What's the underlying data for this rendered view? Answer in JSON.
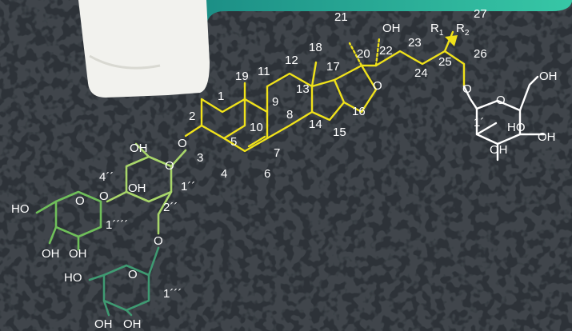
{
  "colors": {
    "background": "#2d3238",
    "speckle": "#0d0f12",
    "banner": "#2bb5a0",
    "steroid_bonds": "#f0e21a",
    "sugar_light": "#a8d66a",
    "sugar_mid": "#6fbf5a",
    "sugar_dark": "#3f9a72",
    "sugar_right": "#ffffff",
    "paper": "#f2f2ee",
    "text": "#ffffff"
  },
  "steroid_labels": {
    "c1": "1",
    "c2": "2",
    "c3": "3",
    "c4": "4",
    "c5": "5",
    "c6": "6",
    "c7": "7",
    "c8": "8",
    "c9": "9",
    "c10": "10",
    "c11": "11",
    "c12": "12",
    "c13": "13",
    "c14": "14",
    "c15": "15",
    "c16": "16",
    "c17": "17",
    "c18": "18",
    "c19": "19",
    "c20": "20",
    "c21": "21",
    "c22": "22",
    "c23": "23",
    "c24": "24",
    "c25": "25",
    "c26": "26",
    "c27": "27"
  },
  "substituents": {
    "oh_22": "OH",
    "r1": "R",
    "r1_sub": "1",
    "r2": "R",
    "r2_sub": "2",
    "ring_o_e": "O",
    "o_3": "O",
    "o_26": "O"
  },
  "sugar_labels": {
    "inner_oh_top": "OH",
    "inner_oh_mid": "OH",
    "inner_ring_o": "O",
    "inner_pos_4": "4´´",
    "inner_pos_1": "1´´",
    "inner_pos_2": "2´´",
    "inner_link_o4": "O",
    "inner_link_o2": "O",
    "rha1_ho": "HO",
    "rha1_ring_o": "O",
    "rha1_pos": "1´´´´",
    "rha1_oh_a": "OH",
    "rha1_oh_b": "OH",
    "rha2_ho": "HO",
    "rha2_ring_o": "O",
    "rha2_pos": "1´´´",
    "rha2_oh_a": "OH",
    "rha2_oh_b": "OH",
    "glc_oh_top": "OH",
    "glc_ring_o": "O",
    "glc_pos": "1´",
    "glc_ho": "HO",
    "glc_oh_right": "OH",
    "glc_oh_bottom": "OH"
  }
}
